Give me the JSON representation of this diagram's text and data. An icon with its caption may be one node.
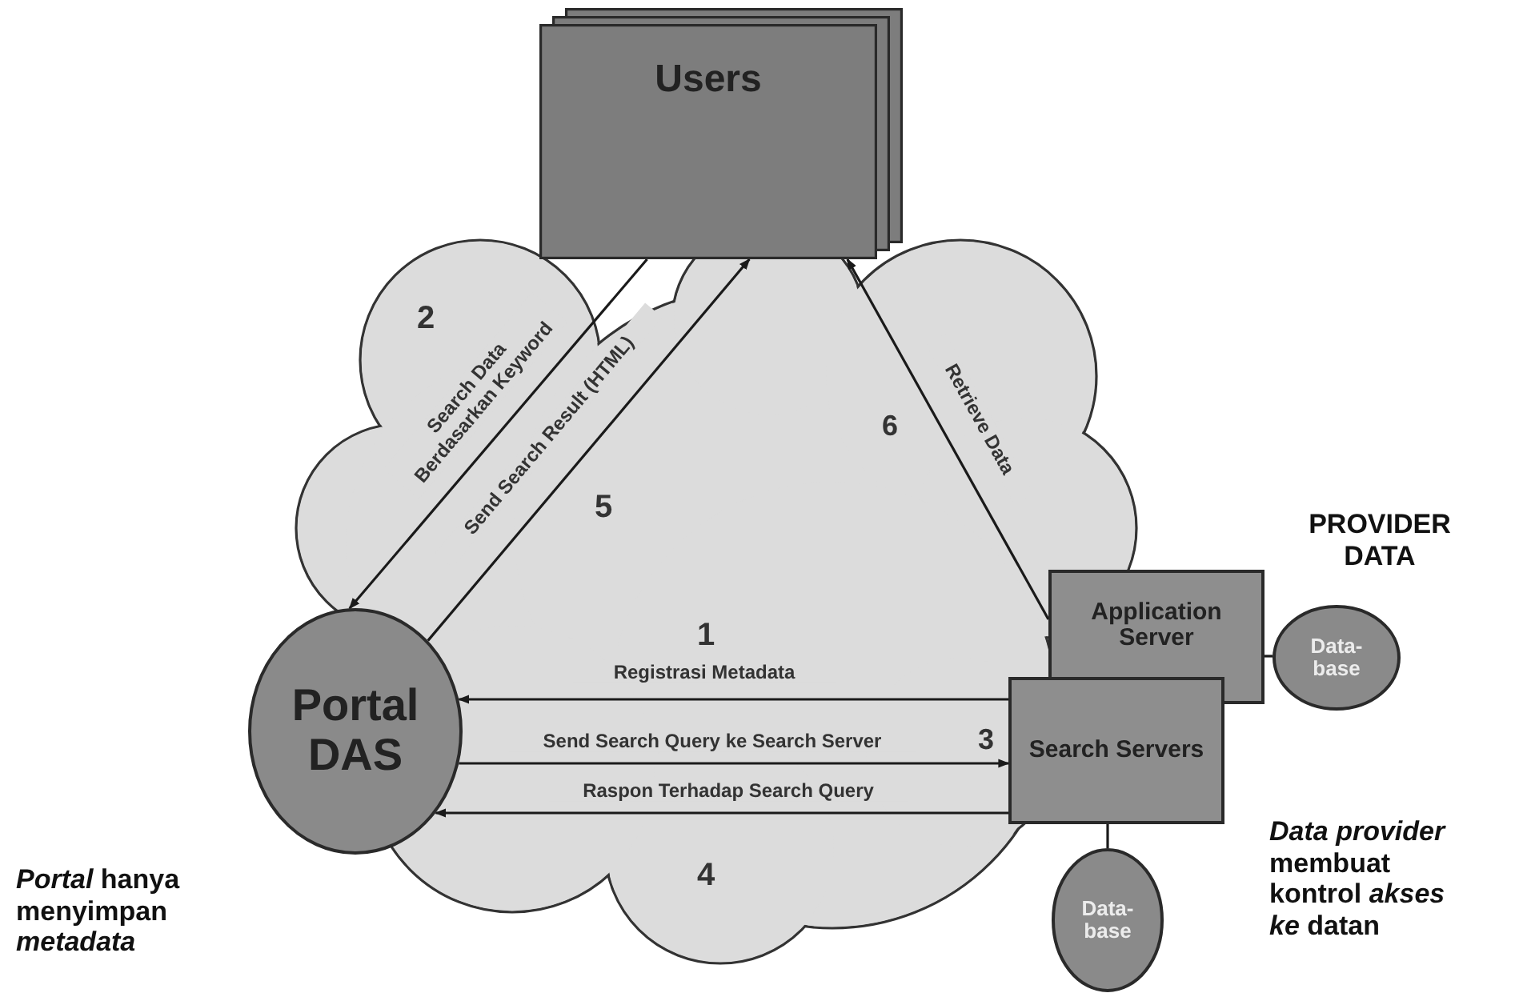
{
  "diagram": {
    "nodes": [
      {
        "text": [
          "Users"
        ]
      },
      {
        "text": [
          "Portal DAS"
        ]
      },
      {
        "text": [
          "Application Server"
        ]
      },
      {
        "text": [
          "Search Servers"
        ]
      },
      {
        "text": [
          "Data- base"
        ]
      },
      {
        "text": [
          "Data- base"
        ]
      }
    ],
    "edges": [
      {
        "from": 0,
        "to": 1,
        "arrow": "to",
        "label": "Search Data Berdasarkan Keyword"
      },
      {
        "from": 1,
        "to": 0,
        "arrow": "to",
        "label": "Send Search Result (HTML)"
      },
      {
        "from": 2,
        "to": 0,
        "arrow": "to",
        "label": "Retrieve Data"
      },
      {
        "from": 3,
        "to": 1,
        "arrow": "to",
        "label": "Registrasi Metadata"
      },
      {
        "from": 1,
        "to": 3,
        "arrow": "to",
        "label": "Send Search Query ke Search Server"
      },
      {
        "from": 3,
        "to": 1,
        "arrow": "to",
        "label": "Raspon Terhadap Search Query"
      },
      {
        "from": 2,
        "to": 4,
        "arrow": "none"
      },
      {
        "from": 3,
        "to": 5,
        "arrow": "none"
      }
    ],
    "labels": [
      "2",
      "6",
      "5",
      "PROVIDER DATA",
      "1",
      "3",
      "4",
      "*Data provider* membuat kontrol *akses ke* datan",
      "*Portal* hanya menyimpan *metadata*"
    ]
  }
}
